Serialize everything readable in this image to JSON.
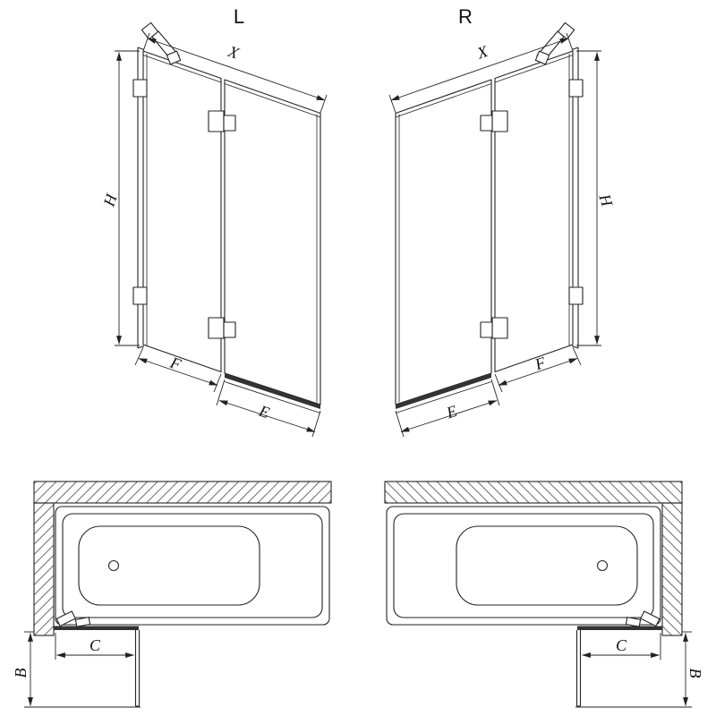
{
  "elevation_left": {
    "variant": "L",
    "width": "X",
    "height": "H",
    "fixed_width": "F",
    "door_width": "E"
  },
  "elevation_right": {
    "variant": "R",
    "width": "X",
    "height": "H",
    "fixed_width": "F",
    "door_width": "E"
  },
  "plan_left": {
    "door_width": "C",
    "depth": "B"
  },
  "plan_right": {
    "door_width": "C",
    "depth": "B"
  },
  "colors": {
    "line": "#222222",
    "hatch": "#6b6b6b",
    "glass_rail": "#333333",
    "background": "#ffffff"
  }
}
